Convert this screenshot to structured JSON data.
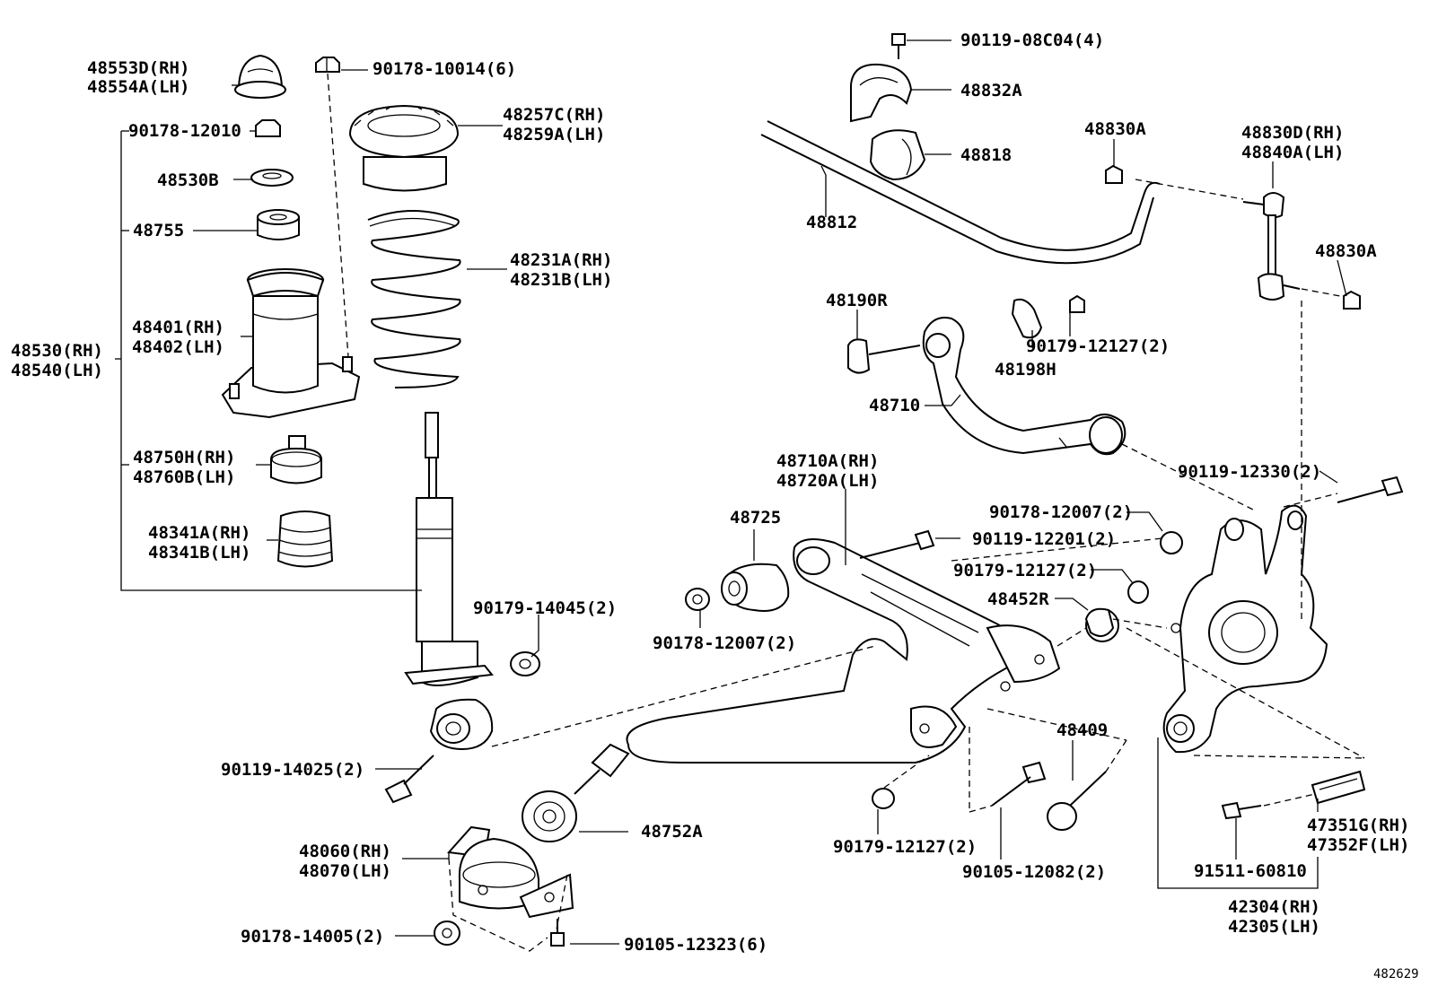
{
  "labels": {
    "l48553d": "48553D(RH)",
    "l48554a": "48554A(LH)",
    "l90178_10014": "90178-10014(6)",
    "l90178_12010": "90178-12010",
    "l48257c": "48257C(RH)",
    "l48259a": "48259A(LH)",
    "l48530b": "48530B",
    "l48755": "48755",
    "l48231a": "48231A(RH)",
    "l48231b": "48231B(LH)",
    "l48530": "48530(RH)",
    "l48540": "48540(LH)",
    "l48401": "48401(RH)",
    "l48402": "48402(LH)",
    "l48750h": "48750H(RH)",
    "l48760b": "48760B(LH)",
    "l48341a": "48341A(RH)",
    "l48341b": "48341B(LH)",
    "l90179_14045": "90179-14045(2)",
    "l90119_14025": "90119-14025(2)",
    "l48060": "48060(RH)",
    "l48070": "48070(LH)",
    "l90178_14005": "90178-14005(2)",
    "l90105_12323": "90105-12323(6)",
    "l48752a": "48752A",
    "l90119_08c04": "90119-08C04(4)",
    "l48832a": "48832A",
    "l48818": "48818",
    "l48812": "48812",
    "l48830a_1": "48830A",
    "l48830d": "48830D(RH)",
    "l48840a": "48840A(LH)",
    "l48830a_2": "48830A",
    "l48190r": "48190R",
    "l90179_12127_a": "90179-12127(2)",
    "l48198h": "48198H",
    "l48710": "48710",
    "l90119_12330": "90119-12330(2)",
    "l48710a": "48710A(RH)",
    "l48720a": "48720A(LH)",
    "l48725": "48725",
    "l90178_12007_a": "90178-12007(2)",
    "l90119_12201": "90119-12201(2)",
    "l90179_12127_b": "90179-12127(2)",
    "l48452r": "48452R",
    "l90178_12007_b": "90178-12007(2)",
    "l48409": "48409",
    "l90179_12127_c": "90179-12127(2)",
    "l90105_12082": "90105-12082(2)",
    "l47351g": "47351G(RH)",
    "l47352f": "47352F(LH)",
    "l91511_60810": "91511-60810",
    "l42304": "42304(RH)",
    "l42305": "42305(LH)",
    "figure_id": "482629"
  }
}
